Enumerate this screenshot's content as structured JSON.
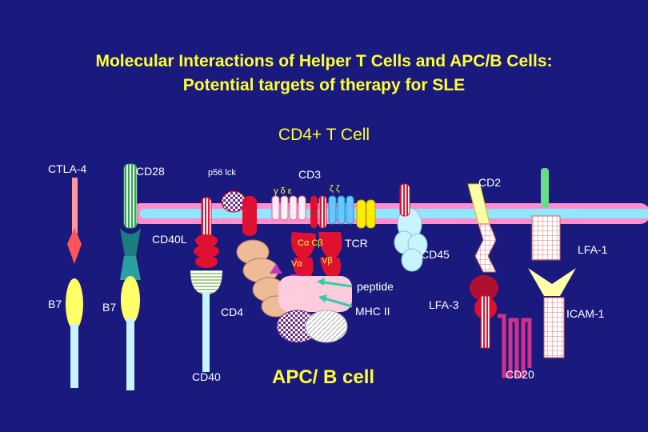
{
  "title_line1": "Molecular Interactions of Helper T Cells and APC/B Cells:",
  "title_line2": "Potential targets of therapy for SLE",
  "t_cell_label": "CD4+ T Cell",
  "apc_label": "APC/ B cell",
  "labels": {
    "ctla4": "CTLA-4",
    "cd28": "CD28",
    "p56lck": "p56 lck",
    "cd3": "CD3",
    "cd3_chains_1": "γ δ ε",
    "cd3_chains_2": "ζ ζ",
    "cd2": "CD2",
    "cd40l": "CD40L",
    "tcr": "TCR",
    "ca_cb": "Cα Cβ",
    "va": "Vα",
    "vb": "Vβ",
    "cd45": "CD45",
    "lfa1": "LFA-1",
    "peptide": "peptide",
    "b7_left": "B7",
    "b7_right": "B7",
    "cd4": "CD4",
    "mhc2": "MHC II",
    "lfa3": "LFA-3",
    "icam1": "ICAM-1",
    "cd40": "CD40",
    "cd20": "CD20"
  },
  "colors": {
    "background": "#1a1a7e",
    "title": "#ffff33",
    "membrane": "#ff8fd0",
    "membrane_core": "#8fe8ff"
  }
}
